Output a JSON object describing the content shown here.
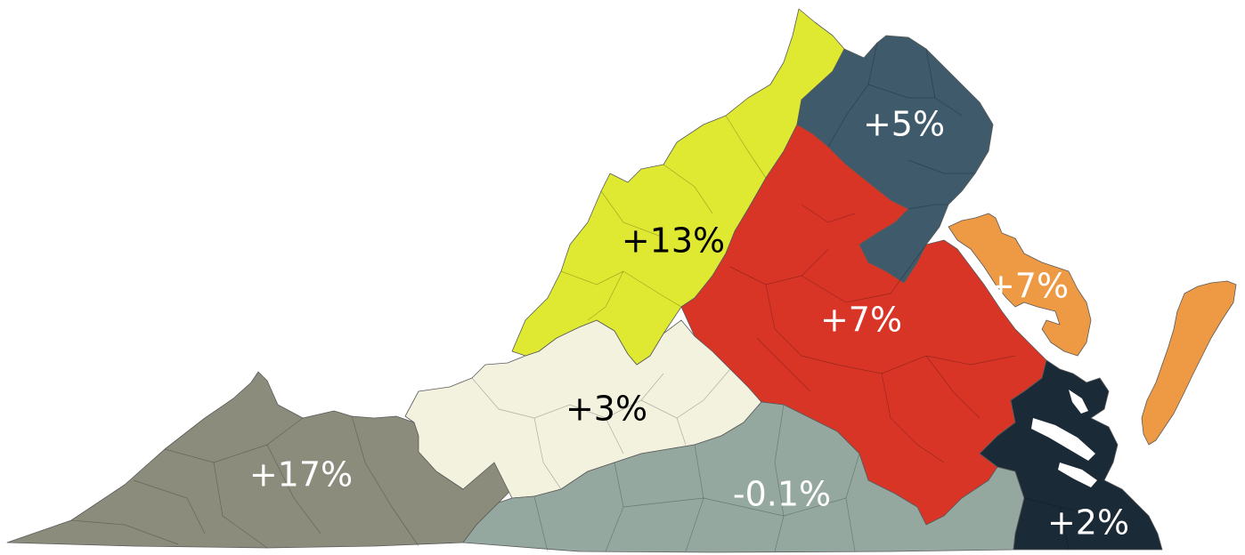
{
  "map": {
    "regions": [
      {
        "id": "southwest",
        "label": "+17%",
        "color": "#8c8c7c",
        "label_color": "#ffffff"
      },
      {
        "id": "west-central",
        "label": "+3%",
        "color": "#f3f2df",
        "label_color": "#000000"
      },
      {
        "id": "valley",
        "label": "+13%",
        "color": "#dfe932",
        "label_color": "#000000"
      },
      {
        "id": "northern",
        "label": "+5%",
        "color": "#3e5a6b",
        "label_color": "#ffffff"
      },
      {
        "id": "central",
        "label": "+7%",
        "color": "#d83527",
        "label_color": "#ffffff"
      },
      {
        "id": "northern-neck-eastern-shore",
        "label": "+7%",
        "color": "#ee9a45",
        "label_color": "#ffffff"
      },
      {
        "id": "southside",
        "label": "-0.1%",
        "color": "#94a8a0",
        "label_color": "#ffffff"
      },
      {
        "id": "hampton-roads",
        "label": "+2%",
        "color": "#1b2a37",
        "label_color": "#ffffff"
      }
    ]
  }
}
